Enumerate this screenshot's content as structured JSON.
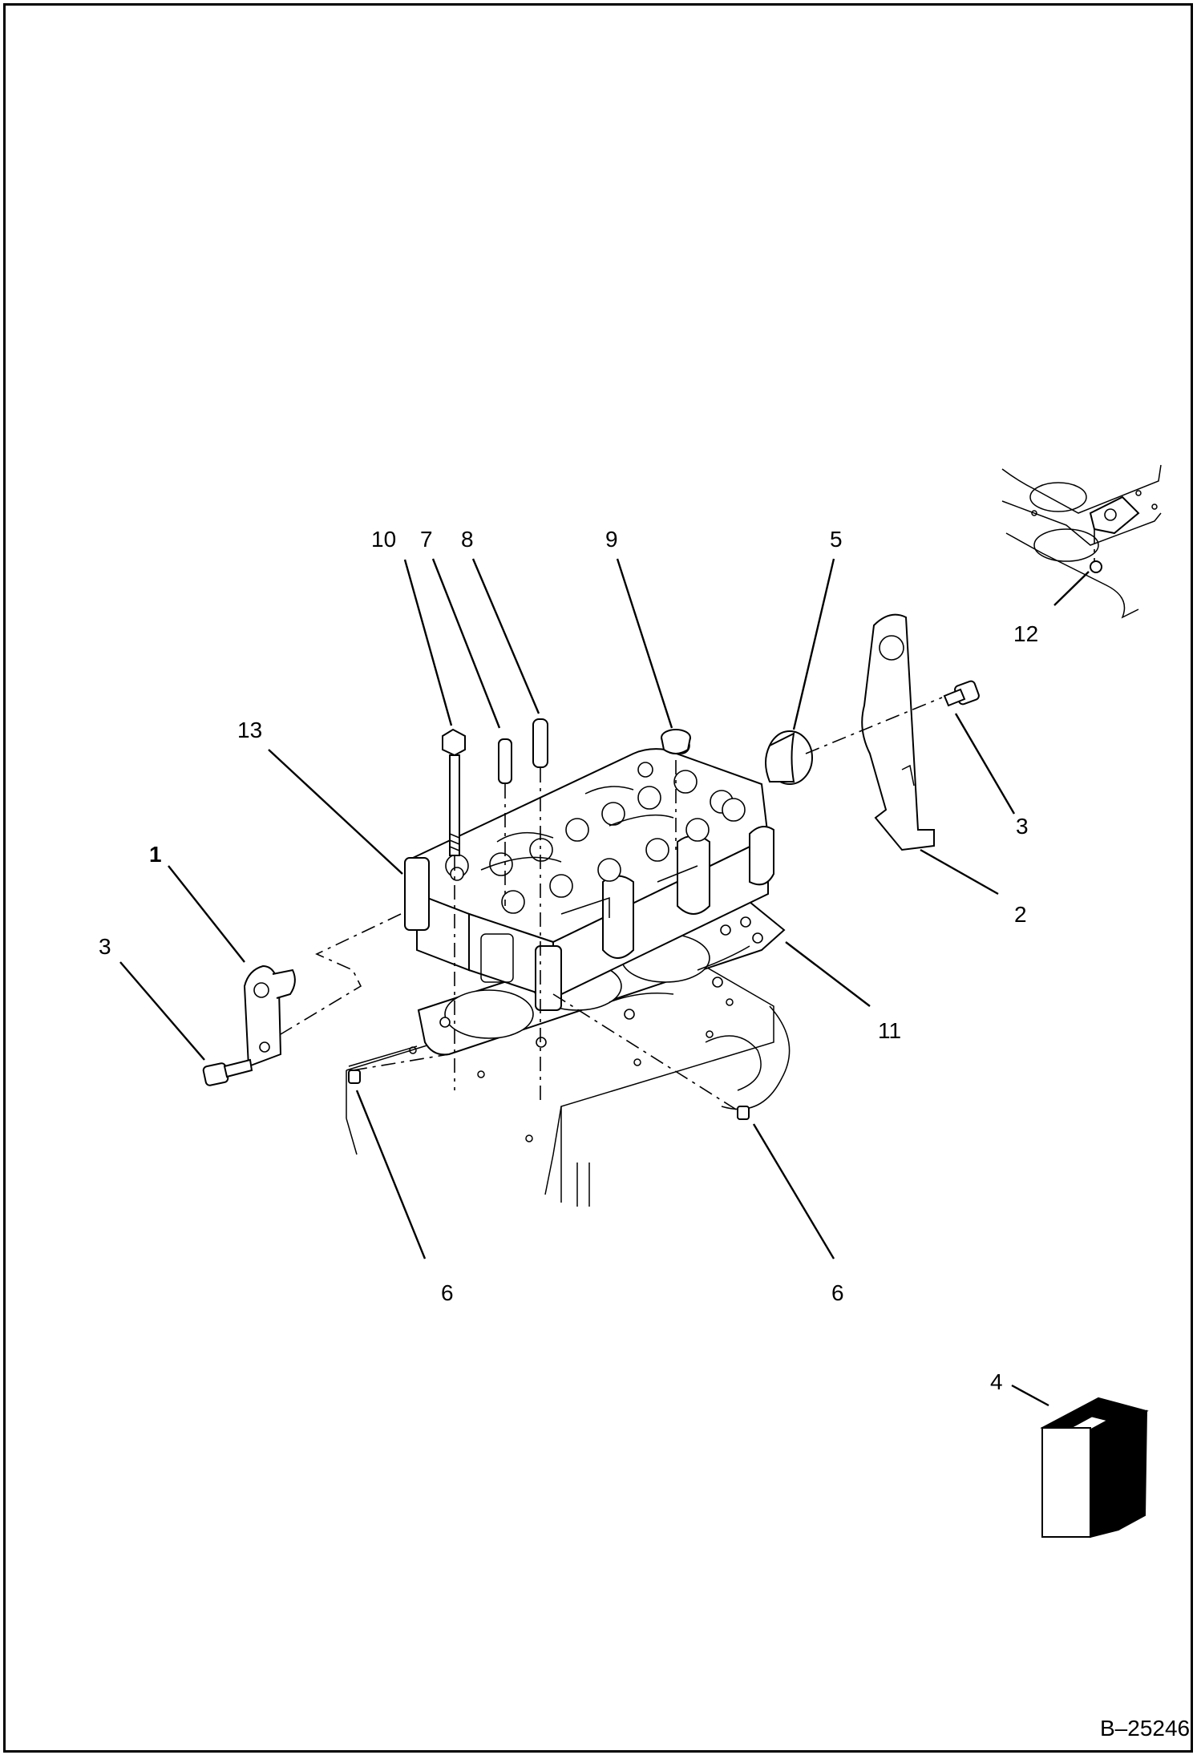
{
  "diagram": {
    "figure_number": "B–25246",
    "callouts": {
      "c1": "1",
      "c2": "2",
      "c3a": "3",
      "c3b": "3",
      "c4": "4",
      "c5": "5",
      "c6a": "6",
      "c6b": "6",
      "c7": "7",
      "c8": "8",
      "c9": "9",
      "c10": "10",
      "c11": "11",
      "c12": "12",
      "c13": "13"
    }
  }
}
